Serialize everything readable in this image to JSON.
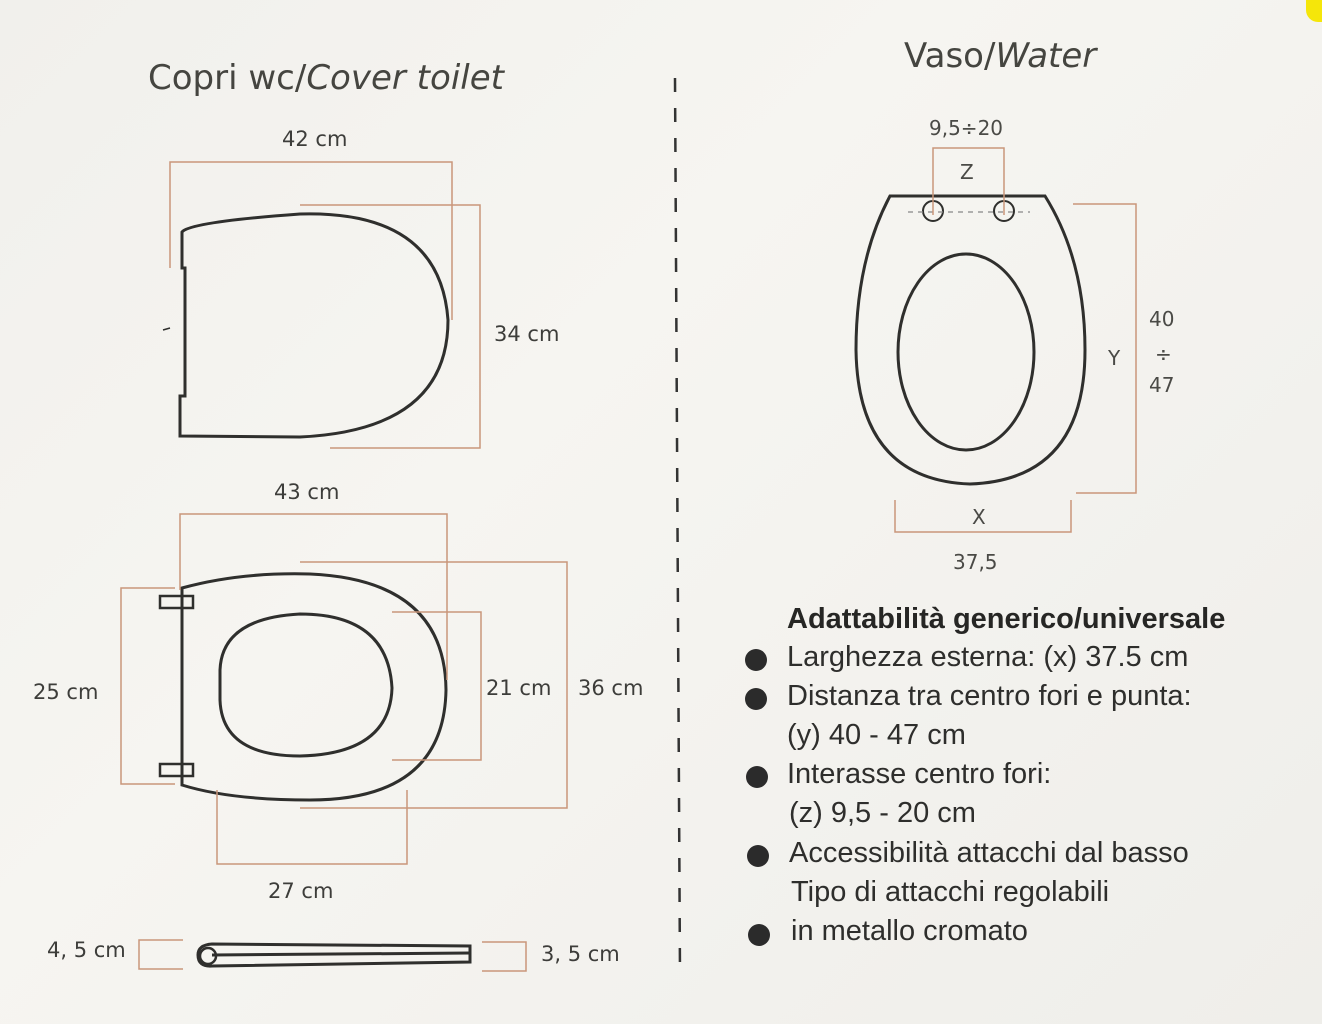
{
  "left_panel": {
    "title_regular": "Copri wc/",
    "title_italic": "Cover toilet",
    "top_view": {
      "width_label": "42 cm",
      "length_label": "34 cm"
    },
    "bottom_view": {
      "width_label": "43 cm",
      "hinge_span_label": "25 cm",
      "inner_length_label": "21 cm",
      "outer_length_label": "36 cm",
      "inner_width_label": "27 cm"
    },
    "side_view": {
      "hinge_thickness_label": "4, 5 cm",
      "tip_thickness_label": "3, 5 cm"
    }
  },
  "right_panel": {
    "title_regular": "Vaso/",
    "title_italic": "Water",
    "bowl": {
      "z_range_label": "9,5÷20",
      "z_label": "Z",
      "y_label": "Y",
      "y_range_top": "40",
      "y_range_sep": "÷",
      "y_range_bottom": "47",
      "x_label": "X",
      "x_value_label": "37,5"
    },
    "specs": {
      "heading": "Adattabilità generico/universale",
      "lines": [
        {
          "bullet": true,
          "text": "Larghezza esterna: (x) 37.5 cm"
        },
        {
          "bullet": true,
          "text": "Distanza tra centro fori e punta:"
        },
        {
          "bullet": false,
          "text": "(y) 40 - 47 cm"
        },
        {
          "bullet": true,
          "text": "Interasse centro fori:"
        },
        {
          "bullet": false,
          "text": "(z) 9,5 - 20 cm"
        },
        {
          "bullet": true,
          "text": "Accessibilità attacchi dal basso"
        },
        {
          "bullet": false,
          "text": "Tipo di attacchi regolabili"
        },
        {
          "bullet": true,
          "text": "in metallo cromato"
        }
      ]
    }
  },
  "colors": {
    "dimension_line": "#c9967a",
    "outline": "#2f2f2d",
    "background": "#f3f2ee"
  }
}
